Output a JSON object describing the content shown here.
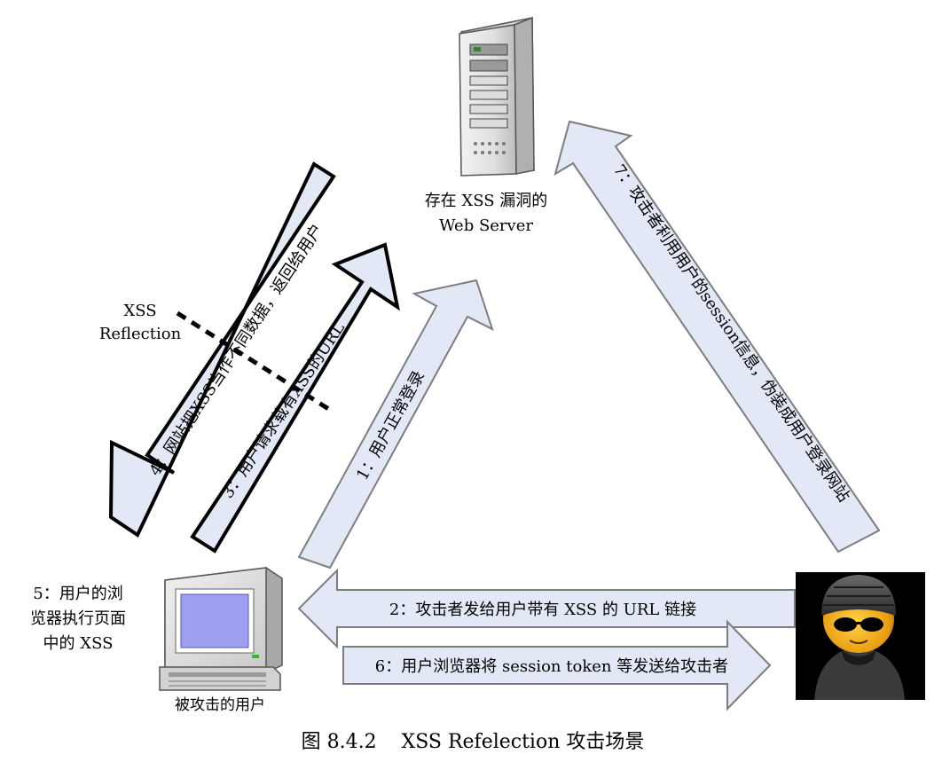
{
  "server": {
    "label_line1": "存在 XSS 漏洞的",
    "label_line2": "Web Server"
  },
  "victim": {
    "label": "被攻击的用户",
    "note_line1": "5：用户的浏",
    "note_line2": "览器执行页面",
    "note_line3": "中的 XSS"
  },
  "reflection": {
    "line1": "XSS",
    "line2": "Reflection"
  },
  "arrows": {
    "step1": "1：用户正常登录",
    "step2": "2：攻击者发给用户带有 XSS 的 URL 链接",
    "step3": "3：用户请求载有XSS的URL",
    "step4": "4：网站把XSS当作不同数据，返回给用户",
    "step6": "6：用户浏览器将 session token 等发送给攻击者",
    "step7": "7：攻击者利用用户的session信息，伪装成用户登录网站"
  },
  "caption": "图 8.4.2    XSS Refelection 攻击场景",
  "colors": {
    "arrow_fill": "#e3e8f6",
    "arrow_stroke": "#7d7d7d",
    "bold_stroke": "#000000",
    "screen": "#9f9ff0"
  }
}
